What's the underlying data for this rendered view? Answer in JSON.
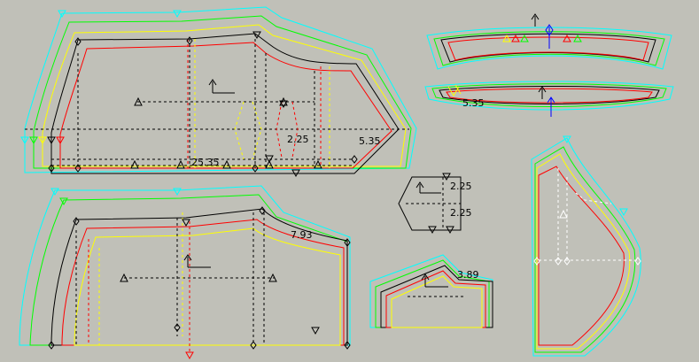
{
  "canvas": {
    "background": "#c0c0b8",
    "grade_colors": [
      "#00ffff",
      "#00ff00",
      "#ffff00",
      "#000000",
      "#ff0000"
    ]
  },
  "measurements": {
    "back_curve_upper": "5.35",
    "back_side": "5.35",
    "back_dart": "2.25",
    "back_hem": "25.35",
    "front_curve": "7.93",
    "flap_a": "2.25",
    "flap_b": "2.25",
    "pocket": "3.89"
  },
  "icons": {
    "grain_arrow": "grain-arrow-icon",
    "notch": "notch-icon",
    "point": "point-marker-icon"
  }
}
